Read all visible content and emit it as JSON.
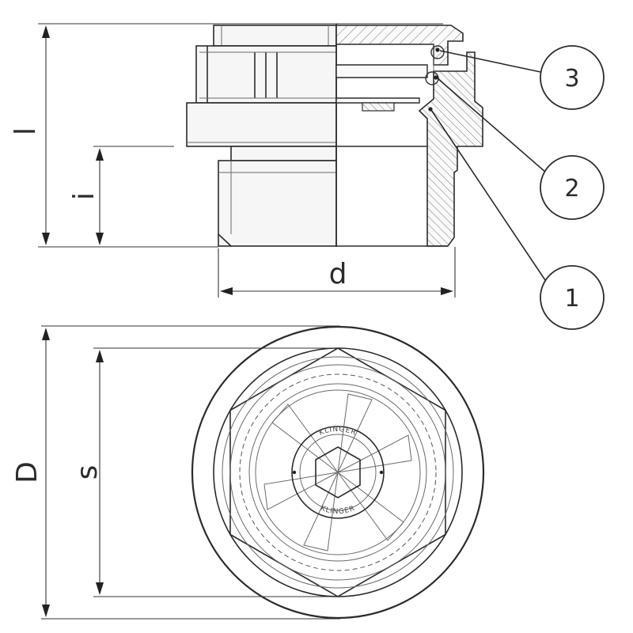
{
  "dimensions": {
    "overall_length": "l",
    "thread_length": "i",
    "thread_diameter": "d",
    "outer_diameter": "D",
    "hex_width": "s"
  },
  "callouts": [
    {
      "number": "3"
    },
    {
      "number": "2"
    },
    {
      "number": "1"
    }
  ],
  "brand_text": "KLINGER"
}
